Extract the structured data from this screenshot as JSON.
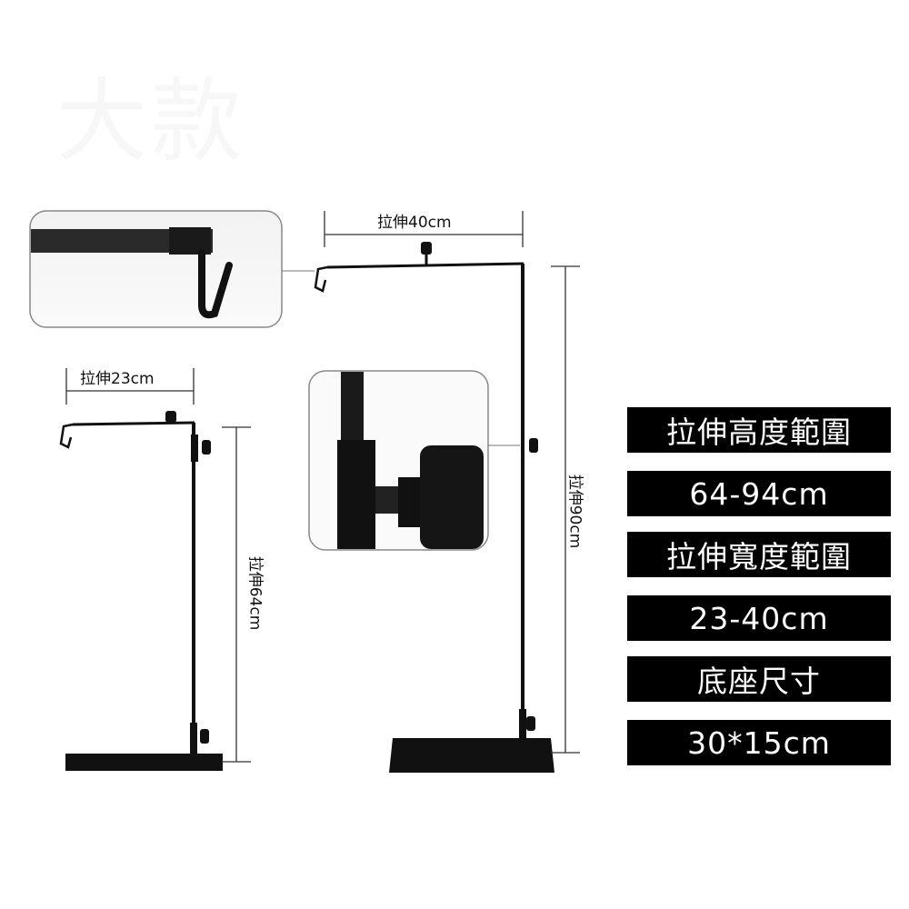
{
  "watermark": "大款",
  "dimensions": {
    "large_width": "拉伸40cm",
    "large_height": "拉伸90cm",
    "small_width": "拉伸23cm",
    "small_height": "拉伸64cm"
  },
  "specs": [
    {
      "label": "拉伸高度範圍"
    },
    {
      "label": "64-94cm"
    },
    {
      "label": "拉伸寬度範圍"
    },
    {
      "label": "23-40cm"
    },
    {
      "label": "底座尺寸"
    },
    {
      "label": "30*15cm"
    }
  ]
}
